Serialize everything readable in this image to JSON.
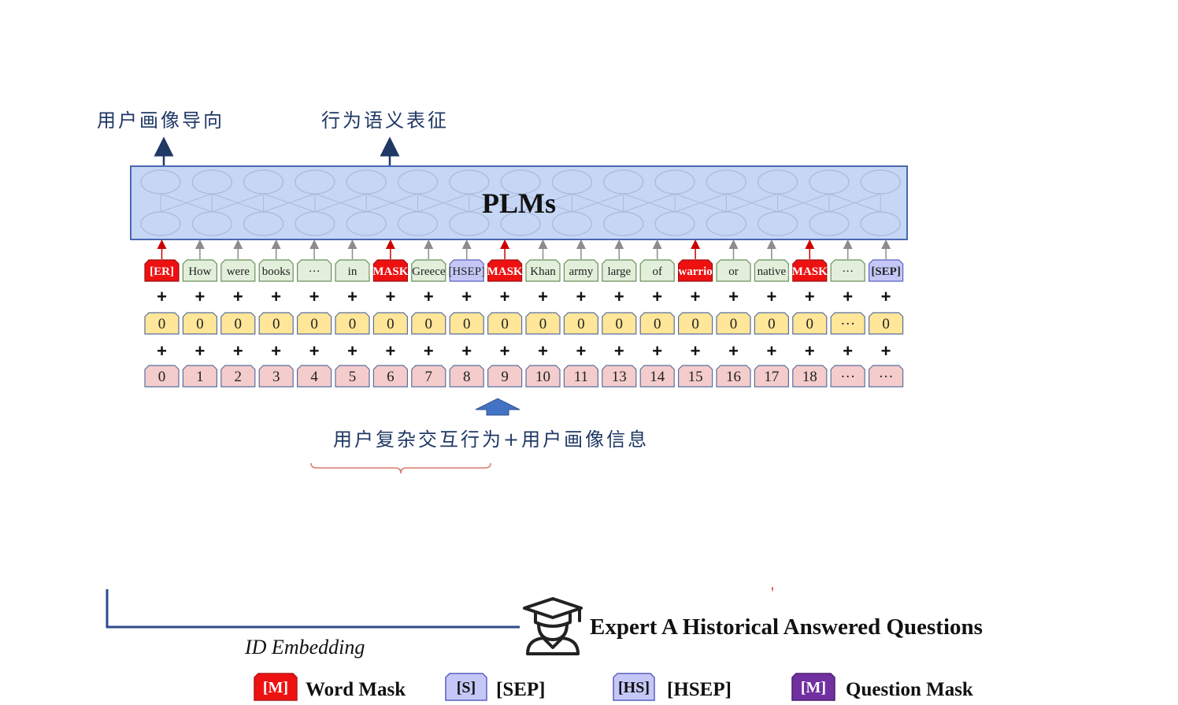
{
  "labels": {
    "user_profile_direction": "用户画像导向",
    "behavior_semantic": "行为语义表征",
    "plms": "PLMs",
    "input_caption": "用户复杂交互行为+用户画像信息",
    "id_embedding": "ID Embedding",
    "expert_questions": "Expert A Historical Answered Questions",
    "red_tick": "'"
  },
  "tokens": [
    {
      "text": "[ER]",
      "type": "mask"
    },
    {
      "text": "How",
      "type": "word"
    },
    {
      "text": "were",
      "type": "word"
    },
    {
      "text": "books",
      "type": "word"
    },
    {
      "text": "···",
      "type": "word"
    },
    {
      "text": "in",
      "type": "word"
    },
    {
      "text": "[MASK]",
      "type": "mask"
    },
    {
      "text": "Greece",
      "type": "word"
    },
    {
      "text": "[HSEP]",
      "type": "hsep"
    },
    {
      "text": "[MASK]",
      "type": "mask"
    },
    {
      "text": "Khan",
      "type": "word"
    },
    {
      "text": "army",
      "type": "word"
    },
    {
      "text": "large",
      "type": "word"
    },
    {
      "text": "of",
      "type": "word"
    },
    {
      "text": "warrio",
      "type": "mask"
    },
    {
      "text": "or",
      "type": "word"
    },
    {
      "text": "native",
      "type": "word"
    },
    {
      "text": "[MASK]",
      "type": "mask"
    },
    {
      "text": "···",
      "type": "word"
    },
    {
      "text": "[SEP]",
      "type": "sep"
    }
  ],
  "segment_ids": [
    "0",
    "0",
    "0",
    "0",
    "0",
    "0",
    "0",
    "0",
    "0",
    "0",
    "0",
    "0",
    "0",
    "0",
    "0",
    "0",
    "0",
    "0",
    "···",
    "0"
  ],
  "position_ids": [
    "0",
    "1",
    "2",
    "3",
    "4",
    "5",
    "6",
    "7",
    "8",
    "9",
    "10",
    "11",
    "13",
    "14",
    "15",
    "16",
    "17",
    "18",
    "···",
    "···"
  ],
  "plus_sign": "+",
  "legend": [
    {
      "box": "[M]",
      "label": "Word Mask",
      "fill": "#ee1111",
      "stroke": "#b01a1a",
      "color": "#ffffff"
    },
    {
      "box": "[S]",
      "label": "[SEP]",
      "fill": "#c5c8f7",
      "stroke": "#5a5fc0",
      "color": "#111111"
    },
    {
      "box": "[HS]",
      "label": "[HSEP]",
      "fill": "#c5c8f7",
      "stroke": "#5a5fc0",
      "color": "#111111"
    },
    {
      "box": "[M]",
      "label": "Question Mask",
      "fill": "#7030a0",
      "stroke": "#4c1f70",
      "color": "#ffffff"
    }
  ],
  "colors": {
    "plm_fill": "#c6d6f5",
    "plm_stroke": "#4a68b0",
    "word_fill": "#e2efda",
    "mask_fill": "#ee1111",
    "hsep_fill": "#c5c8f7",
    "segment_fill": "#ffe699",
    "position_fill": "#f4cccc",
    "navy": "#1f3864",
    "arrow_gray": "#8c8c8c",
    "arrow_red": "#cc0000",
    "brace": "#d9786b"
  },
  "icons": {
    "teacher": "graduation-teacher-icon",
    "input_arrow": "up-arrow-icon"
  }
}
